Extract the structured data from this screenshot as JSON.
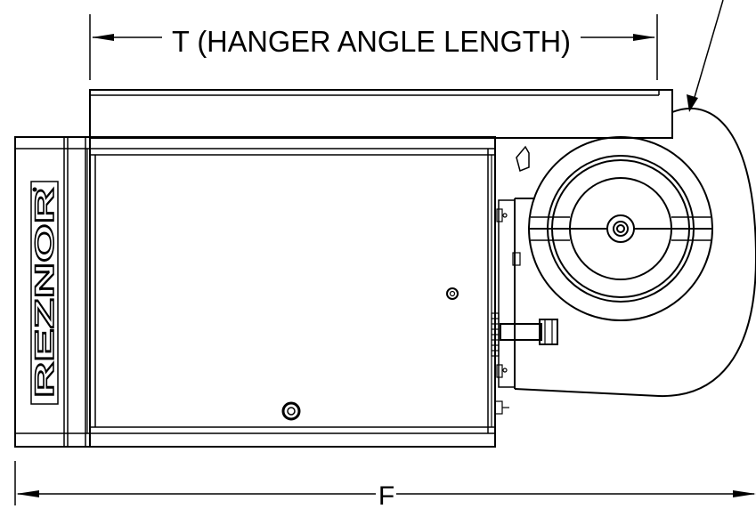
{
  "dimensions": {
    "top_label": "T (HANGER ANGLE LENGTH)",
    "bottom_label": "F"
  },
  "logo": {
    "text": "REZNOR"
  },
  "colors": {
    "line": "#000000",
    "background": "#ffffff"
  }
}
